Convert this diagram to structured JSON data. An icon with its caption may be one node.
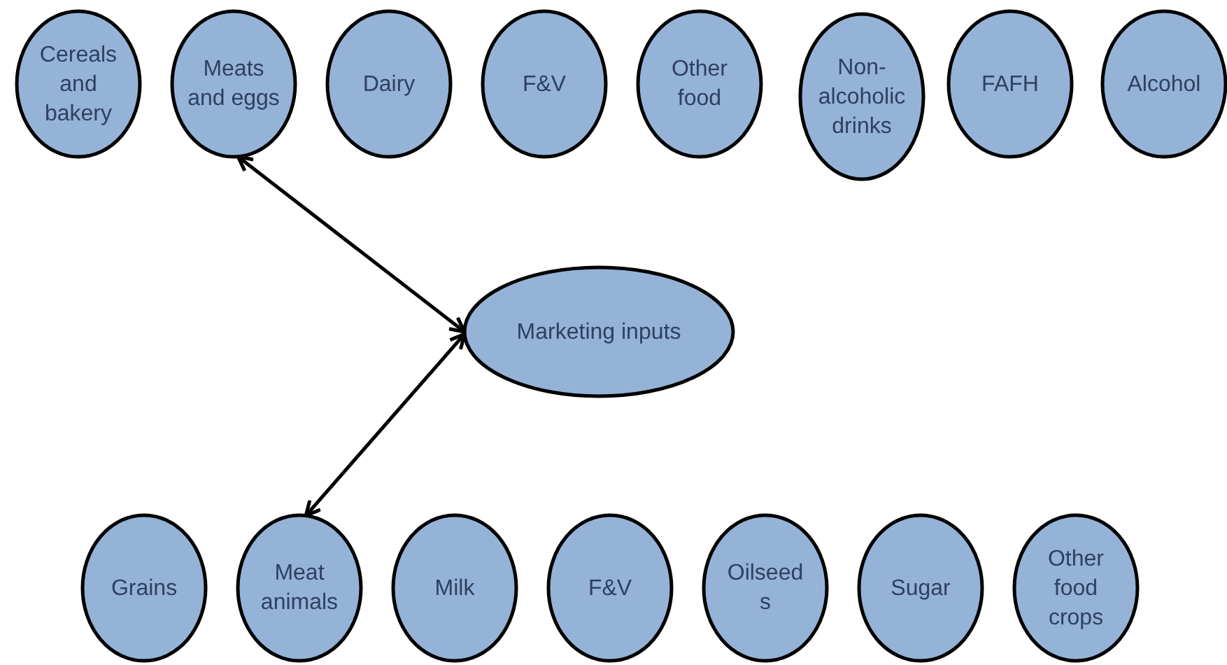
{
  "diagram": {
    "nodes": [
      {
        "text": [
          "Cereals and bakery"
        ]
      },
      {
        "text": [
          "Meats and eggs"
        ]
      },
      {
        "text": [
          "Dairy"
        ]
      },
      {
        "text": [
          "F&V"
        ]
      },
      {
        "text": [
          "Other food"
        ]
      },
      {
        "text": [
          "Non-alcoholic drinks"
        ]
      },
      {
        "text": [
          "FAFH"
        ]
      },
      {
        "text": [
          "Alcohol"
        ]
      },
      {
        "text": [
          "Marketing inputs"
        ]
      },
      {
        "text": [
          "Grains"
        ]
      },
      {
        "text": [
          "Meat animals"
        ]
      },
      {
        "text": [
          "Milk"
        ]
      },
      {
        "text": [
          "F&V"
        ]
      },
      {
        "text": [
          "Oilseeds"
        ]
      },
      {
        "text": [
          "Sugar"
        ]
      },
      {
        "text": [
          "Other food crops"
        ]
      }
    ],
    "edges": [
      {
        "from": 1,
        "to": 8,
        "arrow": "both"
      },
      {
        "from": 8,
        "to": 10,
        "arrow": "both"
      }
    ]
  }
}
